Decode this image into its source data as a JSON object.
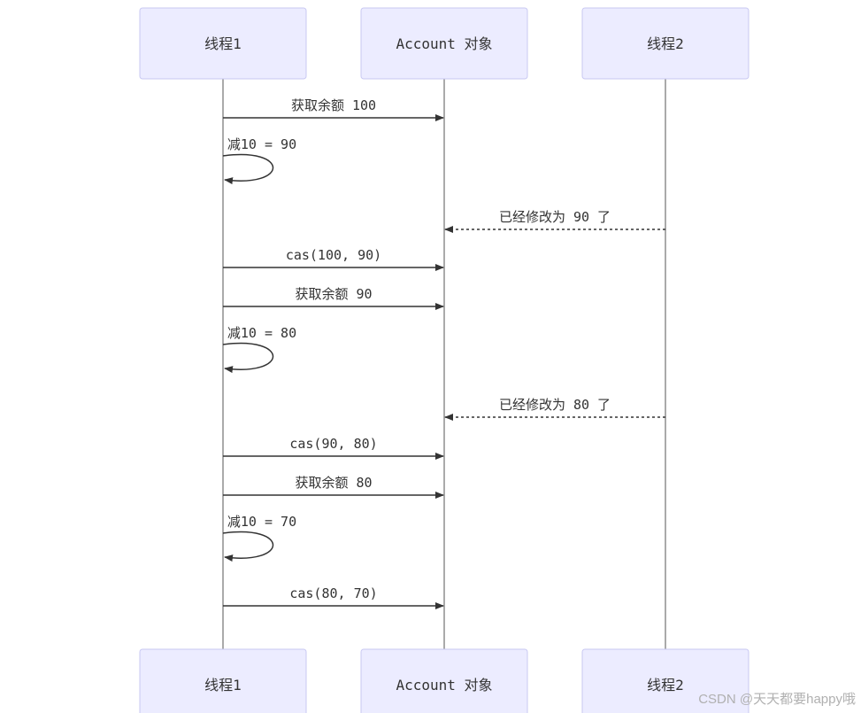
{
  "diagram": {
    "type": "sequence",
    "participants": [
      {
        "id": "t1",
        "label": "线程1"
      },
      {
        "id": "acc",
        "label": "Account 对象"
      },
      {
        "id": "t2",
        "label": "线程2"
      }
    ],
    "messages": [
      {
        "from": "t1",
        "to": "acc",
        "label": "获取余额 100",
        "style": "solid"
      },
      {
        "from": "t1",
        "to": "t1",
        "label": "减10 = 90",
        "style": "self"
      },
      {
        "from": "t2",
        "to": "acc",
        "label": "已经修改为 90 了",
        "style": "dashed"
      },
      {
        "from": "t1",
        "to": "acc",
        "label": "cas(100, 90)",
        "style": "solid"
      },
      {
        "from": "t1",
        "to": "acc",
        "label": "获取余额 90",
        "style": "solid"
      },
      {
        "from": "t1",
        "to": "t1",
        "label": "减10 = 80",
        "style": "self"
      },
      {
        "from": "t2",
        "to": "acc",
        "label": "已经修改为 80 了",
        "style": "dashed"
      },
      {
        "from": "t1",
        "to": "acc",
        "label": "cas(90, 80)",
        "style": "solid"
      },
      {
        "from": "t1",
        "to": "acc",
        "label": "获取余额 80",
        "style": "solid"
      },
      {
        "from": "t1",
        "to": "t1",
        "label": "减10 = 70",
        "style": "self"
      },
      {
        "from": "t1",
        "to": "acc",
        "label": "cas(80, 70)",
        "style": "solid"
      }
    ]
  },
  "watermark": "CSDN @天天都要happy哦"
}
